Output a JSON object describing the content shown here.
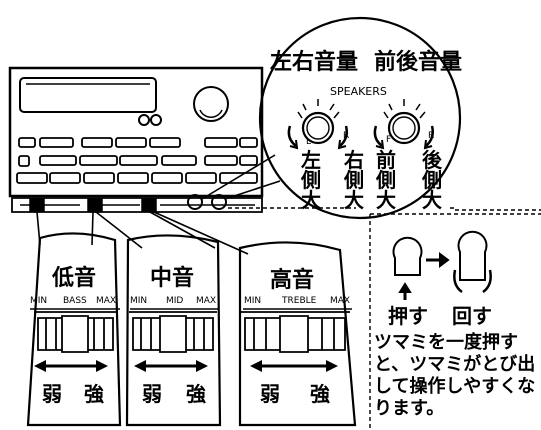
{
  "balance": {
    "title_left": "左右音量",
    "title_right": "前後音量",
    "speakers": "SPEAKERS",
    "l": "L",
    "r": "R",
    "f": "F",
    "r2": "R",
    "left_label": [
      "左",
      "側",
      "大"
    ],
    "right_label": [
      "右",
      "側",
      "大"
    ],
    "front_label": [
      "前",
      "側",
      "大"
    ],
    "rear_label": [
      "後",
      "側",
      "大"
    ]
  },
  "tone": [
    {
      "title": "低音",
      "knob": "BASS",
      "min": "MIN",
      "max": "MAX",
      "weak": "弱",
      "strong": "強"
    },
    {
      "title": "中音",
      "knob": "MID",
      "min": "MIN",
      "max": "MAX",
      "weak": "弱",
      "strong": "強"
    },
    {
      "title": "高音",
      "knob": "TREBLE",
      "min": "MIN",
      "max": "MAX",
      "weak": "弱",
      "strong": "強"
    }
  ],
  "knob_action": {
    "push": "押す",
    "turn": "回す",
    "note": "ツマミを一度押すと、ツマミがとび出して操作しやすくなります。"
  }
}
